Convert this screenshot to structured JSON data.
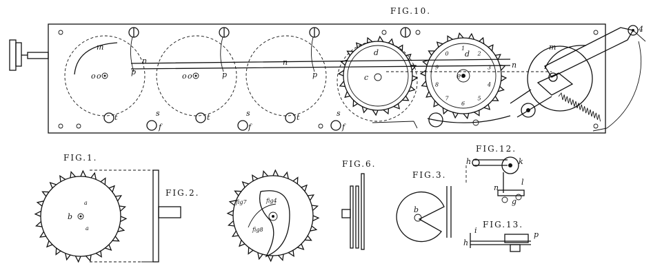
{
  "figures": {
    "fig10": "FIG.10.",
    "fig1": "FIG.1.",
    "fig2": "FIG.2.",
    "fig6": "FIG.6.",
    "fig3": "FIG.3.",
    "fig12": "FIG.12.",
    "fig13": "FIG.13."
  },
  "letters": {
    "m": "m",
    "n": "n",
    "o": "o",
    "p": "p",
    "s": "s",
    "f": "f",
    "t": "t",
    "d": "d",
    "e": "e",
    "l": "l",
    "h": "h",
    "k": "k",
    "g": "g",
    "a": "a",
    "b": "b",
    "c": "c",
    "four": "4",
    "i": "i"
  },
  "inner_labels": {
    "fig7": "fig7",
    "fig4": "fig4",
    "fig8": "fig8"
  },
  "dial_digits": [
    "1",
    "2",
    "3",
    "4",
    "5",
    "6",
    "7",
    "8",
    "9",
    "0"
  ]
}
